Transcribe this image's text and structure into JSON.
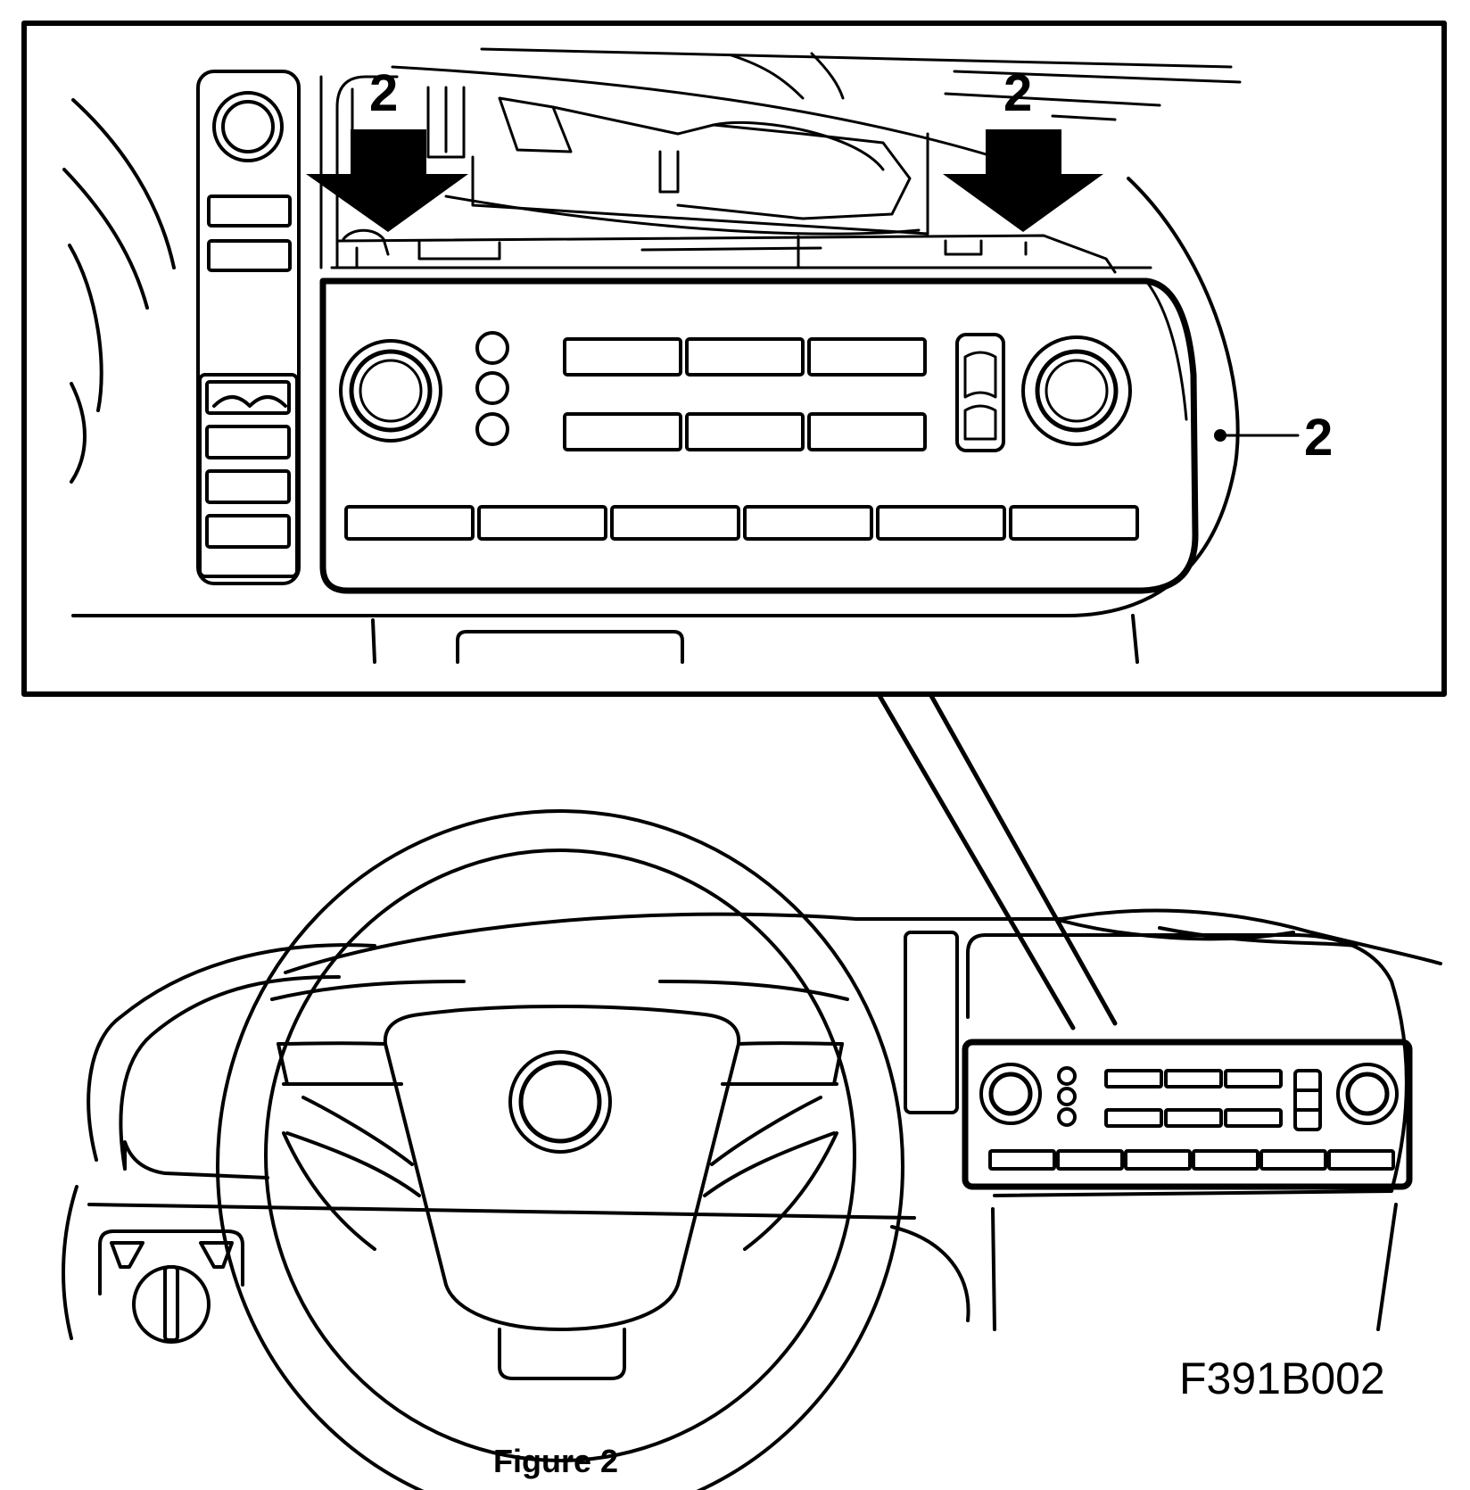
{
  "callouts": {
    "arrow_left": "2",
    "arrow_right": "2",
    "panel_edge": "2"
  },
  "figure_code": "F391B002",
  "caption": "Figure 2",
  "colors": {
    "ink": "#000000",
    "paper": "#ffffff"
  }
}
